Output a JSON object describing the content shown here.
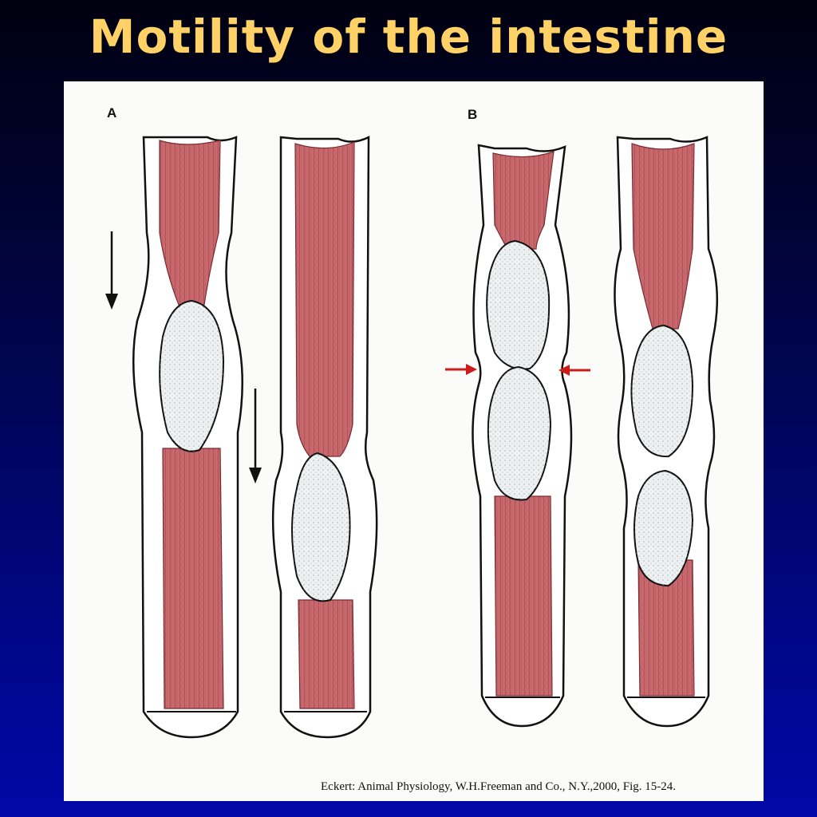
{
  "slide": {
    "title": "Motility of the intestine"
  },
  "figure": {
    "panel_a_label": "A",
    "panel_b_label": "B",
    "citation": "Eckert: Animal Physiology, W.H.Freeman and Co., N.Y.,2000, Fig. 15-24."
  },
  "colors": {
    "muscle": "#c96a6e",
    "muscle_dark": "#7a2a30",
    "bolus": "#eef1f2",
    "arrow_black": "#111111",
    "arrow_red": "#cc1b1b",
    "title": "#ffd166"
  }
}
